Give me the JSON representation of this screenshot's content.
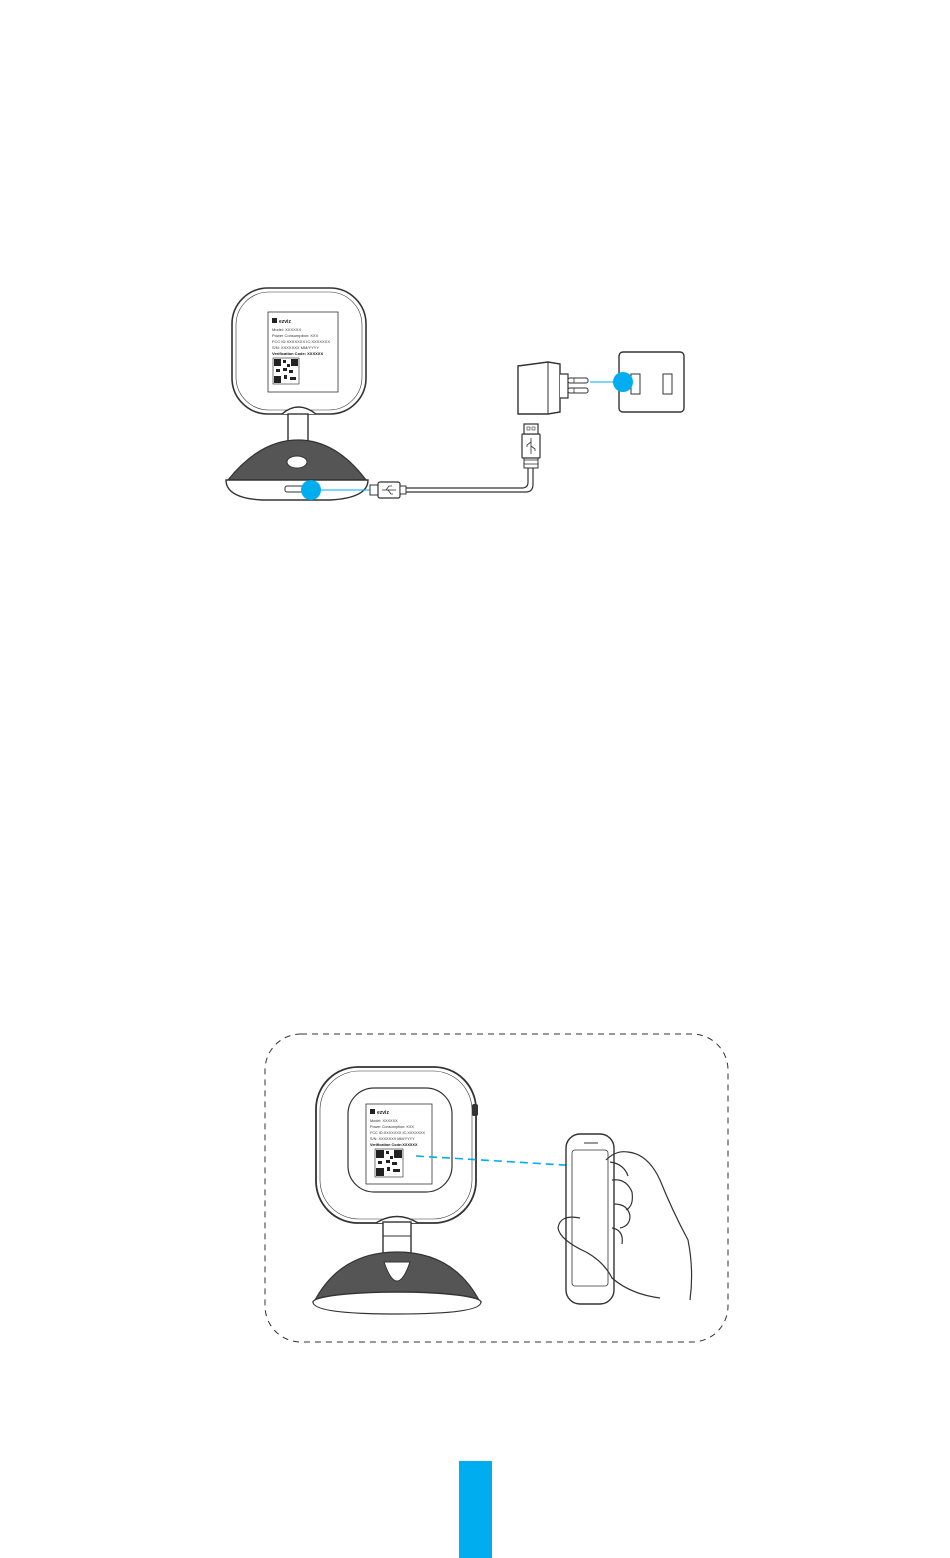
{
  "colors": {
    "accent": "#00AEEF",
    "line": "#333333",
    "dash": "#00AEEF"
  },
  "labels": {
    "brand": "ezviz",
    "model": "Model: XXXXXX",
    "power": "Power Consumption: XXX",
    "fcc": "FCC ID:XXXXXXX   IC:XXXXXXX",
    "sn": "S/N: XXXXXXX        MM/YYYY",
    "verification": "Verification Code: XXXXXX"
  },
  "labels_small": {
    "brand": "ezviz",
    "model": "Model: XXXXXX",
    "power": "Power Consumption: XXX",
    "fcc": "FCC ID:XXXXXXX   IC:XXXXXXX",
    "sn": "S/N: XXXXXXX       MM/YYYY",
    "verification": "Verification Code:XXXXXX"
  },
  "icons": {
    "usb": "usb-icon",
    "ezviz_logo": "ezviz-logo-icon"
  }
}
